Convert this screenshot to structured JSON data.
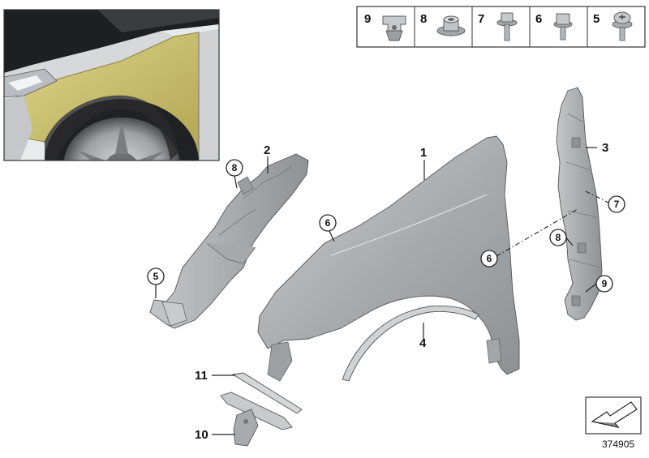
{
  "diagram_number": "374905",
  "fastener_strip": [
    {
      "num": "9",
      "icon": "clip-nut-icon"
    },
    {
      "num": "8",
      "icon": "flange-nut-icon"
    },
    {
      "num": "7",
      "icon": "bolt-with-washer-icon"
    },
    {
      "num": "6",
      "icon": "hex-bolt-icon"
    },
    {
      "num": "5",
      "icon": "torx-bolt-icon"
    }
  ],
  "callouts": {
    "side_panel": "1",
    "bracket_left": "2",
    "bracket_right": "3",
    "wheel_arch_trim": "4",
    "bracket_left_bolt": "5",
    "panel_bolt_top": "6",
    "panel_bolt_side": "6",
    "bracket_right_bolt": "7",
    "bracket_left_nut": "8",
    "bracket_right_nut": "8",
    "bracket_right_clip": "9",
    "lower_bracket": "10",
    "lower_trim": "11"
  },
  "colors": {
    "highlight_panel": "#c9bd6a",
    "part_grey": "#b3b6b9",
    "line": "#222222"
  }
}
